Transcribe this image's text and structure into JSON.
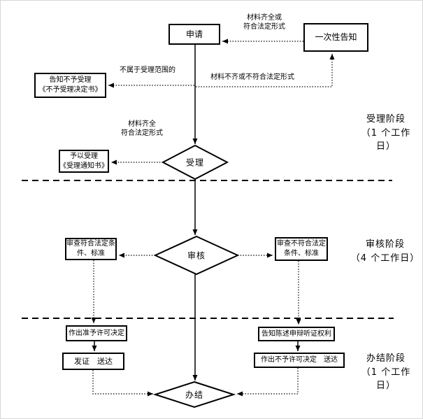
{
  "colors": {
    "line": "#000000",
    "background": "#ffffff"
  },
  "nodes": {
    "apply": {
      "label": "申请"
    },
    "notice_once": {
      "label": "一次性告知"
    },
    "reject_notice": {
      "line1": "告知不予受理",
      "line2": "《不予受理决定书》"
    },
    "accept_notice": {
      "line1": "予以受理",
      "line2": "《受理通知书》"
    },
    "accept_diamond": {
      "label": "受理"
    },
    "review_diamond": {
      "label": "审核"
    },
    "finish_diamond": {
      "label": "办结"
    },
    "review_pass": {
      "line1": "审查符合法定条",
      "line2": "件、标准"
    },
    "review_fail": {
      "line1": "审查不符合法定",
      "line2": "条件、标准"
    },
    "grant_decision": {
      "label": "作出准予许可决定"
    },
    "issue_deliver": {
      "label": "发证　送达"
    },
    "hearing_rights": {
      "label": "告知陈述申辩听证权利"
    },
    "deny_decision": {
      "label": "作出不予许可决定　送达"
    }
  },
  "edge_labels": {
    "complete_top": {
      "line1": "材料齐全或",
      "line2": "符合法定形式"
    },
    "not_in_scope": {
      "label": "不属于受理范围的"
    },
    "incomplete": {
      "label": "材料不齐或不符合法定形式"
    },
    "complete_mid": {
      "line1": "材料齐全",
      "line2": "符合法定形式"
    }
  },
  "stages": {
    "stage1": {
      "line1": "受理阶段",
      "line2": "（1 个工作",
      "line3": "日）"
    },
    "stage2": {
      "line1": "审核阶段",
      "line2": "（4 个工作日）"
    },
    "stage3": {
      "line1": "办结阶段",
      "line2": "（1 个工作",
      "line3": "日）"
    }
  }
}
